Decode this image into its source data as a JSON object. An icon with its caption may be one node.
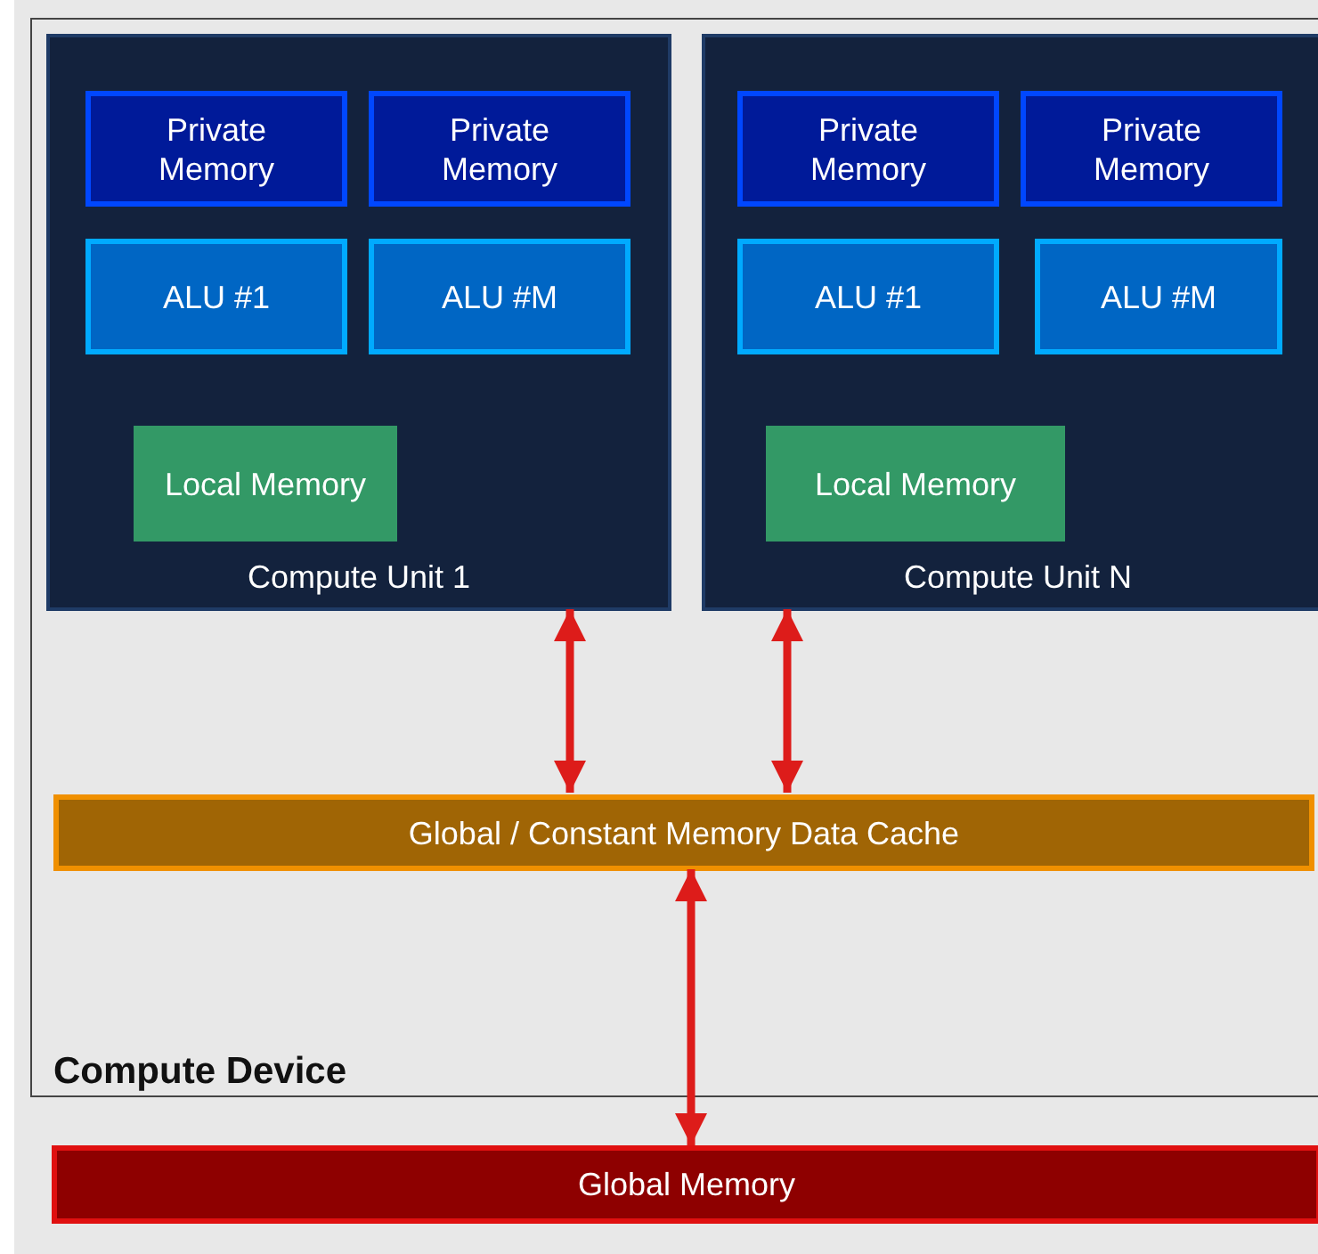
{
  "diagram": {
    "nodes": [
      {
        "text": [
          "Compute Device"
        ]
      },
      {
        "text": [
          "Compute Unit 1"
        ],
        "in": 0
      },
      {
        "text": [
          "Private Memory"
        ],
        "in": 1
      },
      {
        "text": [
          "Private Memory"
        ],
        "in": 1
      },
      {
        "text": [
          "ALU #1"
        ],
        "in": 1
      },
      {
        "text": [
          "ALU #M"
        ],
        "in": 1
      },
      {
        "text": [
          "Local Memory"
        ],
        "in": 1
      },
      {
        "text": [
          "Compute Unit N"
        ],
        "in": 0
      },
      {
        "text": [
          "Private Memory"
        ],
        "in": 7
      },
      {
        "text": [
          "Private Memory"
        ],
        "in": 7
      },
      {
        "text": [
          "ALU #1"
        ],
        "in": 7
      },
      {
        "text": [
          "ALU #M"
        ],
        "in": 7
      },
      {
        "text": [
          "Local Memory"
        ],
        "in": 7
      },
      {
        "text": [
          "Global / Constant Memory Data Cache"
        ],
        "in": 0
      },
      {
        "text": [
          "Global Memory"
        ]
      }
    ],
    "edges": [
      {
        "from": 1,
        "to": 13,
        "arrow": "both"
      },
      {
        "from": 7,
        "to": 13,
        "arrow": "both"
      },
      {
        "from": 13,
        "to": 14,
        "arrow": "both"
      }
    ]
  }
}
